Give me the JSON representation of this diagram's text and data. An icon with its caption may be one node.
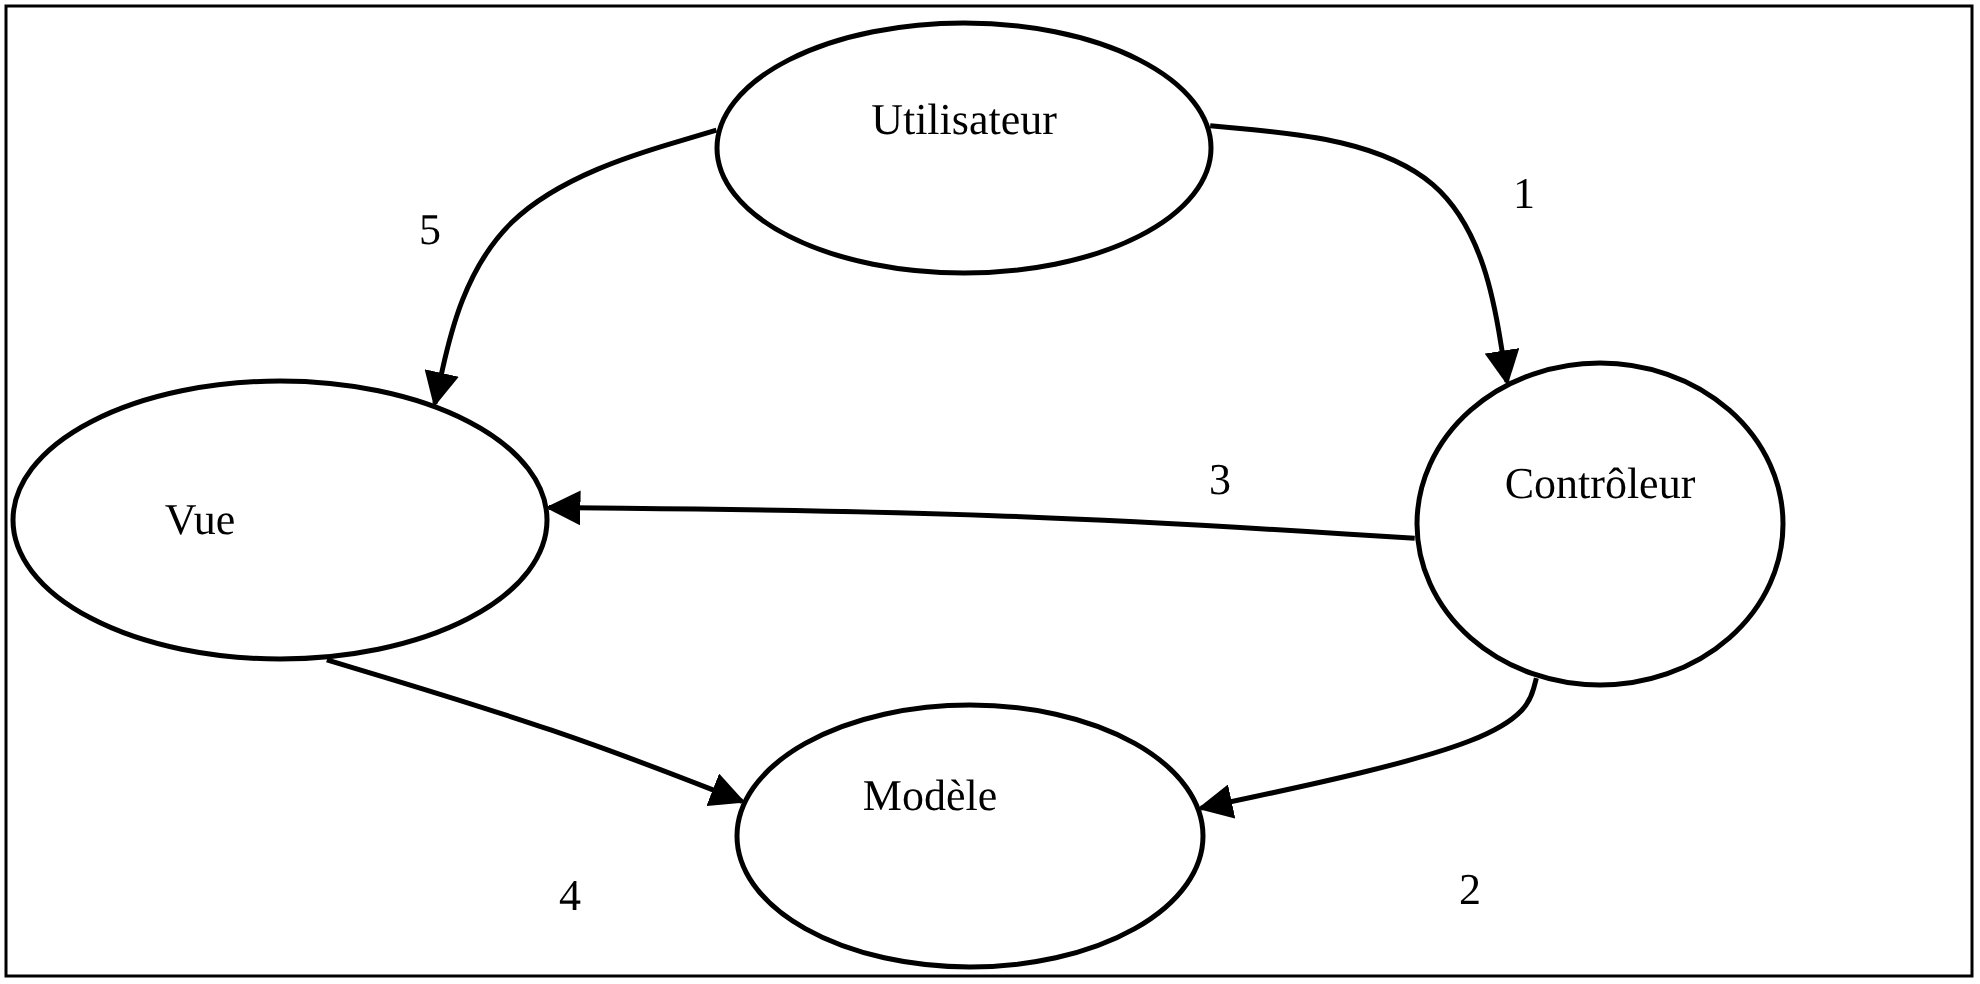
{
  "diagram": {
    "nodes": [
      {
        "text": [
          "Utilisateur"
        ]
      },
      {
        "text": [
          "Vue"
        ]
      },
      {
        "text": [
          "Contrôleur"
        ]
      },
      {
        "text": [
          "Modèle"
        ]
      }
    ],
    "edges": [
      {
        "from": 0,
        "to": 2,
        "arrow": "to",
        "label": "1"
      },
      {
        "from": 2,
        "to": 3,
        "arrow": "to",
        "label": "2"
      },
      {
        "from": 2,
        "to": 1,
        "arrow": "to",
        "label": "3"
      },
      {
        "from": 1,
        "to": 3,
        "arrow": "to",
        "label": "4"
      },
      {
        "from": 0,
        "to": 1,
        "arrow": "to",
        "label": "5"
      }
    ]
  }
}
